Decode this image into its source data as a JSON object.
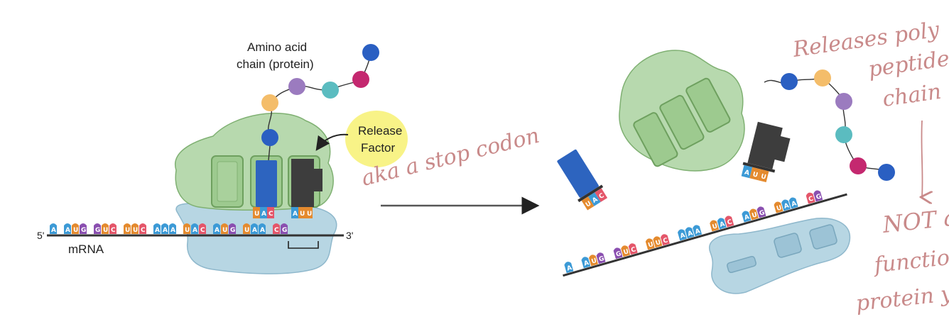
{
  "labels": {
    "amino_line1": "Amino acid",
    "amino_line2": "chain (protein)",
    "release_line1": "Release",
    "release_line2": "Factor",
    "five_prime": "5'",
    "three_prime": "3'",
    "mrna": "mRNA"
  },
  "handwritten": {
    "stop_codon_note": "aka a stop codon",
    "releases_line1": "Releases poly",
    "releases_line2": "peptide",
    "releases_line3": "chain",
    "not_line1": "NOT a",
    "not_line2": "functional",
    "not_line3": "protein yet"
  },
  "mrna_codons": [
    "A",
    "AUG",
    "GUC",
    "UUC",
    "AAA",
    "UAC",
    "AUG",
    "UAA",
    "CG"
  ],
  "ribosome_site_anticodons": [
    "UAC",
    "AUU"
  ],
  "released_trna_anticodons": [
    "UAC",
    "AUU"
  ],
  "colors": {
    "ribosome_large": "#b7d9ae",
    "ribosome_small": "#b7d6e3",
    "trna_blue": "#2d64bf",
    "release_factor": "#3d3d3d",
    "release_glow": "#f7f27a",
    "nt_A": "#3c9ad6",
    "nt_U": "#e48a2e",
    "nt_G": "#8a4fb0",
    "nt_C": "#e4566a",
    "bead_orange": "#f4bd6a",
    "bead_blue": "#2a5fc2",
    "bead_purple": "#9b7bbf",
    "bead_teal": "#5bbcc0",
    "bead_magenta": "#c4286f",
    "handwriting": "#c98a8a"
  }
}
